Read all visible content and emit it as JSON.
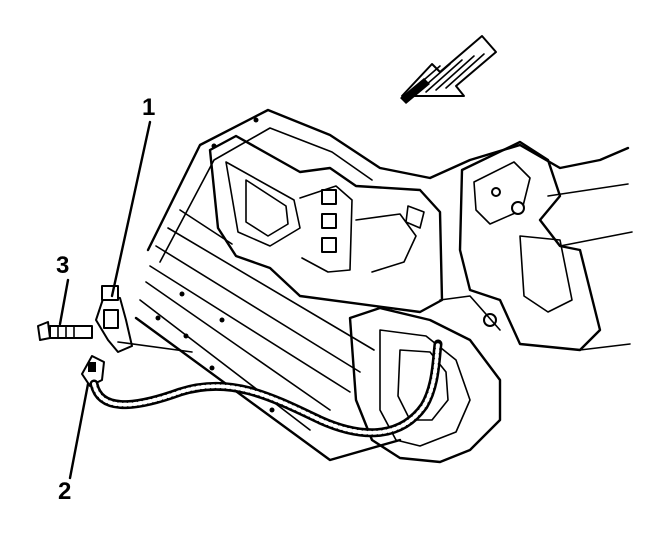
{
  "callouts": [
    {
      "id": "1",
      "text": "1"
    },
    {
      "id": "2",
      "text": "2"
    },
    {
      "id": "3",
      "text": "3"
    }
  ],
  "icons": {
    "direction_arrow": "forward-arrow-icon"
  },
  "colors": {
    "line": "#000000",
    "background": "#ffffff"
  }
}
